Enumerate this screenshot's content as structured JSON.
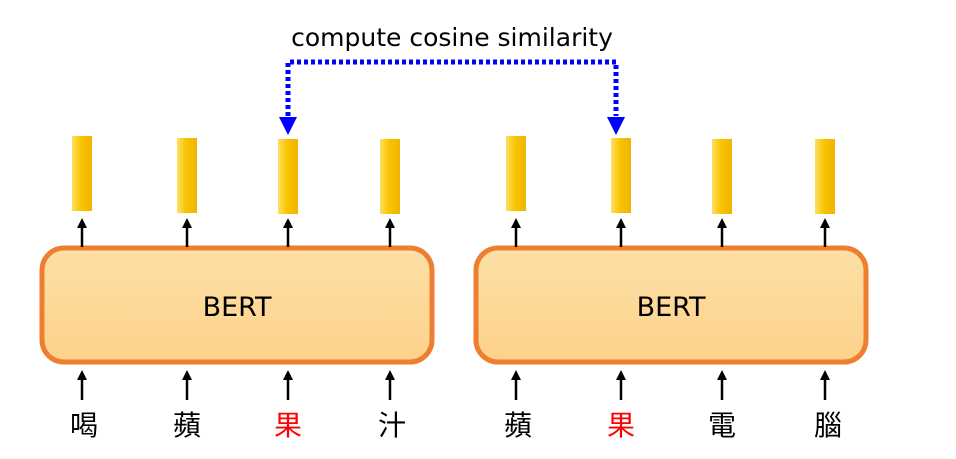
{
  "title": "compute cosine similarity",
  "colors": {
    "box_fill_top": "#fde0a6",
    "box_fill_bottom": "#fdd28a",
    "box_border": "#ee7f30",
    "embedding_light": "#ffe066",
    "embedding_dark": "#f0b400",
    "dotted_line": "#0000ff",
    "arrow": "#000000",
    "highlight_token": "#ff0000",
    "normal_token": "#000000"
  },
  "models": [
    {
      "label": "BERT",
      "tokens": [
        {
          "text": "喝",
          "highlight": false
        },
        {
          "text": "蘋",
          "highlight": false
        },
        {
          "text": "果",
          "highlight": true
        },
        {
          "text": "汁",
          "highlight": false
        }
      ]
    },
    {
      "label": "BERT",
      "tokens": [
        {
          "text": "蘋",
          "highlight": false
        },
        {
          "text": "果",
          "highlight": true
        },
        {
          "text": "電",
          "highlight": false
        },
        {
          "text": "腦",
          "highlight": false
        }
      ]
    }
  ]
}
